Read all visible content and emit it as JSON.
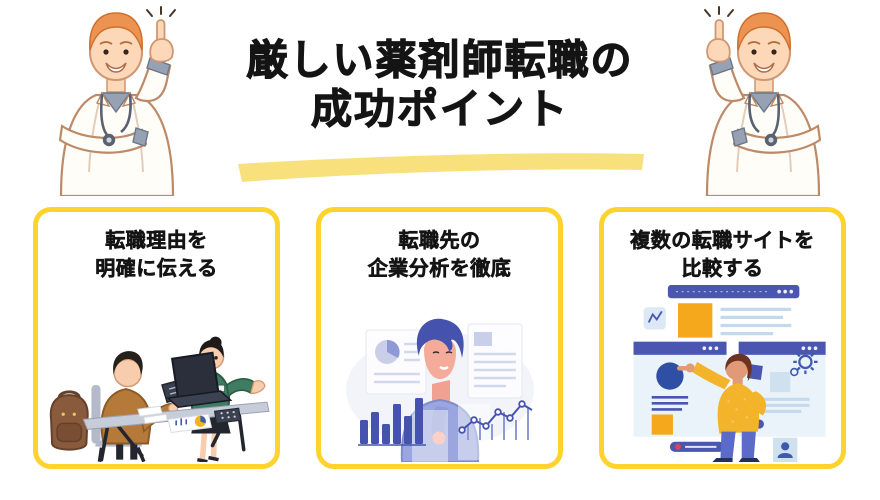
{
  "header": {
    "title_line1": "厳しい薬剤師転職の",
    "title_line2": "成功ポイント"
  },
  "cards": [
    {
      "id": "clear-reason",
      "title_line1": "転職理由を",
      "title_line2": "明確に伝える",
      "illustration": "job-interview-scene"
    },
    {
      "id": "company-analysis",
      "title_line1": "転職先の",
      "title_line2": "企業分析を徹底",
      "illustration": "candidate-with-charts"
    },
    {
      "id": "compare-sites",
      "title_line1": "複数の転職サイトを",
      "title_line2": "比較する",
      "illustration": "comparing-job-sites"
    }
  ],
  "decorations": {
    "left_figure": "doctor-pointing-up",
    "right_figure": "doctor-pointing-up-mirrored"
  },
  "colors": {
    "background": "#ffffff",
    "card_border": "#ffd32e",
    "title_highlight": "#f8e17d",
    "title_text": "#141414",
    "accent_indigo": "#4a56b0",
    "accent_orange": "#f5a81c"
  }
}
